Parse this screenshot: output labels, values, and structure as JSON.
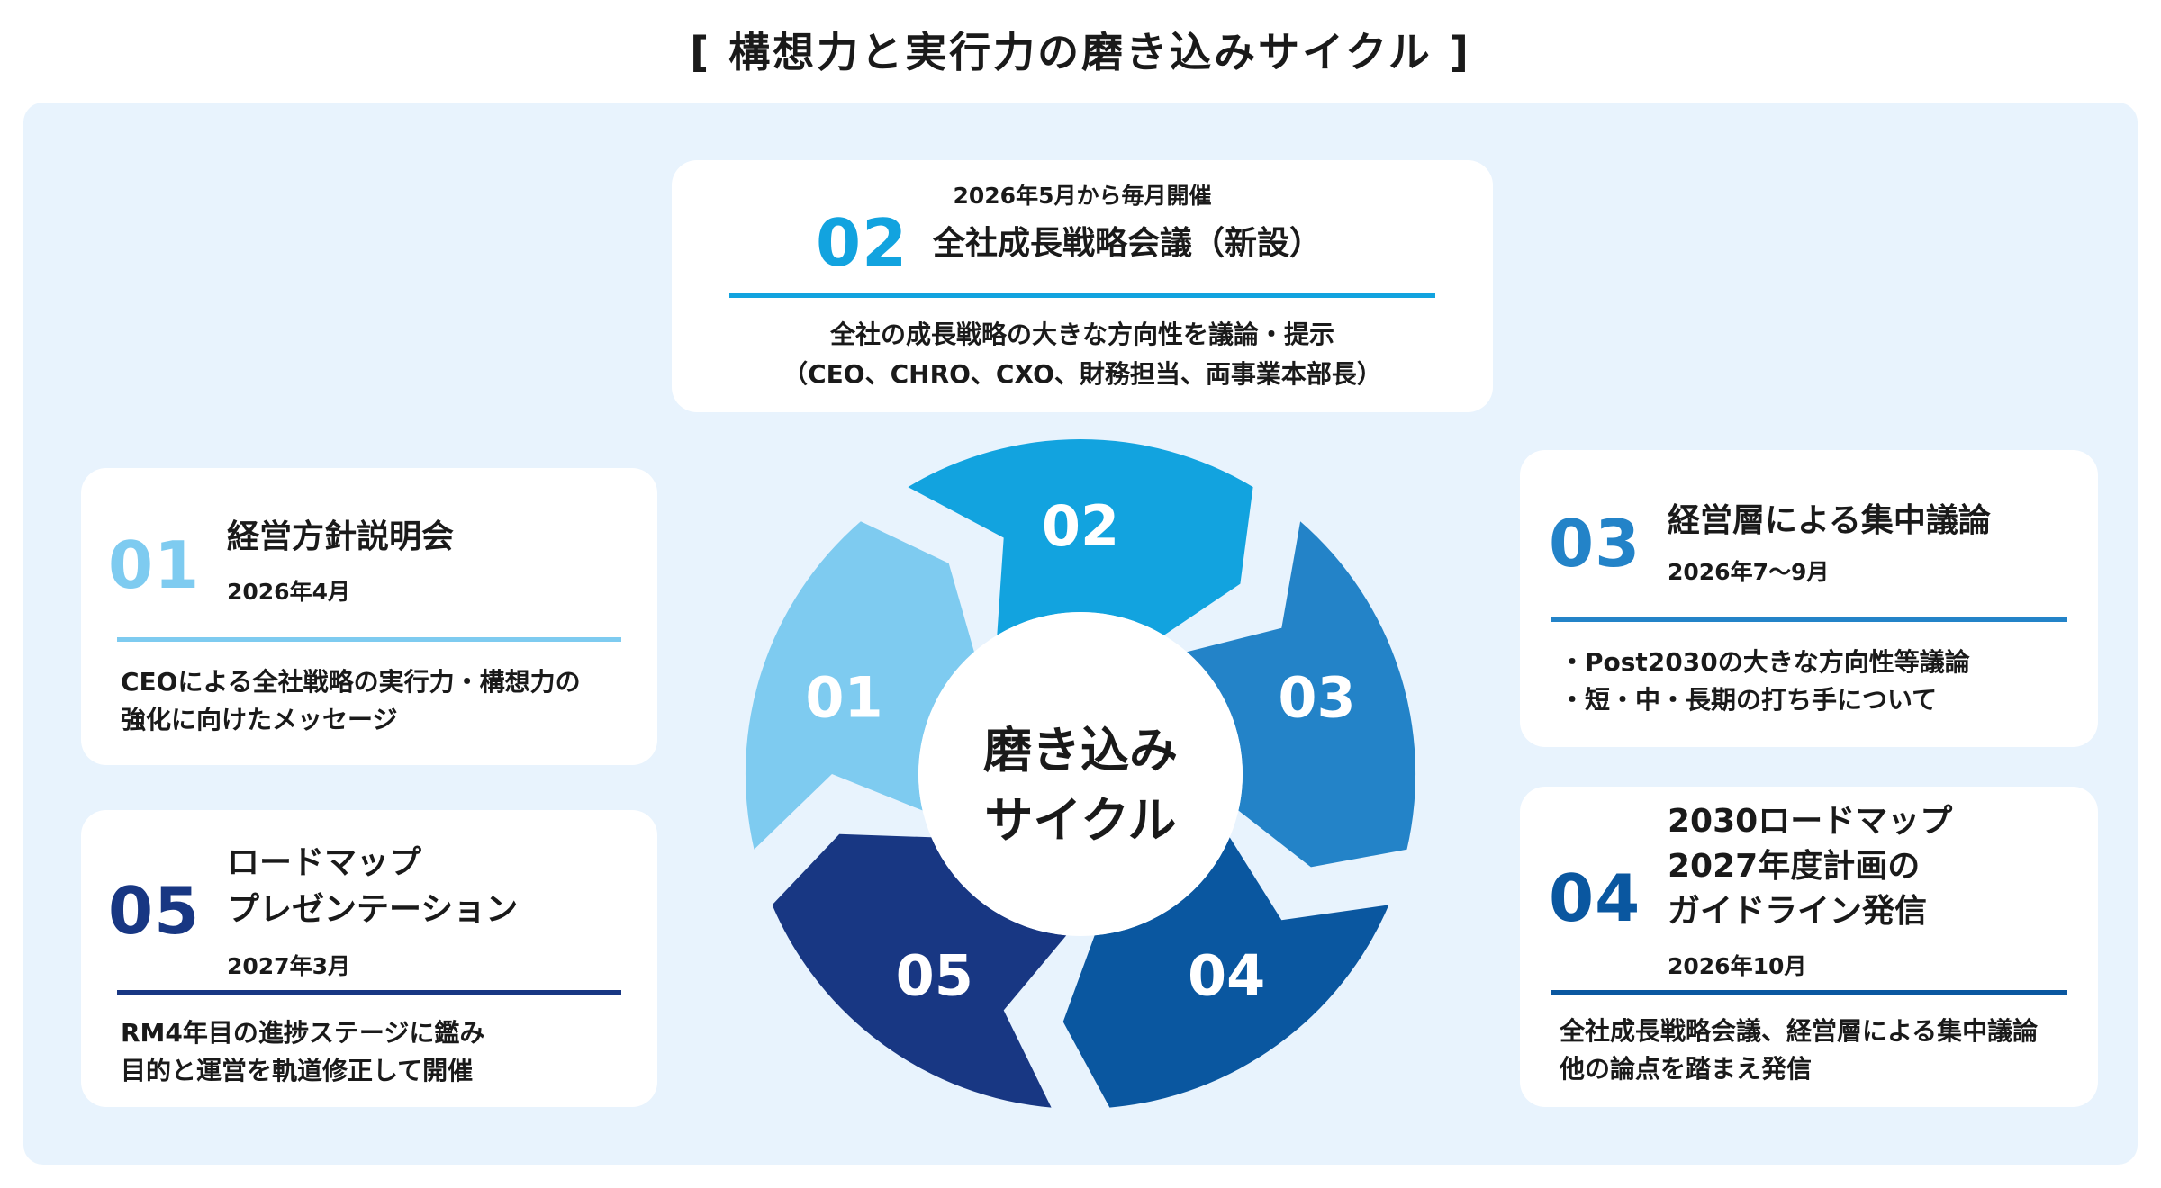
{
  "title": "[ 構想力と実行力の磨き込みサイクル ]",
  "colors": {
    "c01": "#7ecbf0",
    "c02": "#12a3df",
    "c03": "#2383c8",
    "c04": "#0a57a0",
    "c05": "#183783",
    "panel": "#e8f3fd"
  },
  "cycle": {
    "center_line1": "磨き込み",
    "center_line2": "サイクル",
    "segments": [
      "01",
      "02",
      "03",
      "04",
      "05"
    ]
  },
  "cards": {
    "c01": {
      "num": "01",
      "title": "経営方針説明会",
      "date": "2026年4月",
      "desc1": "CEOによる全社戦略の実行力・構想力の",
      "desc2": "強化に向けたメッセージ"
    },
    "c02": {
      "num": "02",
      "date": "2026年5月から毎月開催",
      "title": "全社成長戦略会議（新設）",
      "desc1": "全社の成長戦略の大きな方向性を議論・提示",
      "desc2": "（CEO、CHRO、CXO、財務担当、両事業本部長）"
    },
    "c03": {
      "num": "03",
      "title": "経営層による集中議論",
      "date": "2026年7～9月",
      "desc1": "・Post2030の大きな方向性等議論",
      "desc2": "・短・中・長期の打ち手について"
    },
    "c04": {
      "num": "04",
      "title1": "2030ロードマップ",
      "title2": "2027年度計画の",
      "title3": "ガイドライン発信",
      "date": "2026年10月",
      "desc1": "全社成長戦略会議、経営層による集中議論",
      "desc2": "他の論点を踏まえ発信"
    },
    "c05": {
      "num": "05",
      "title1": "ロードマップ",
      "title2": "プレゼンテーション",
      "date": "2027年3月",
      "desc1": "RM4年目の進捗ステージに鑑み",
      "desc2": "目的と運営を軌道修正して開催"
    }
  }
}
